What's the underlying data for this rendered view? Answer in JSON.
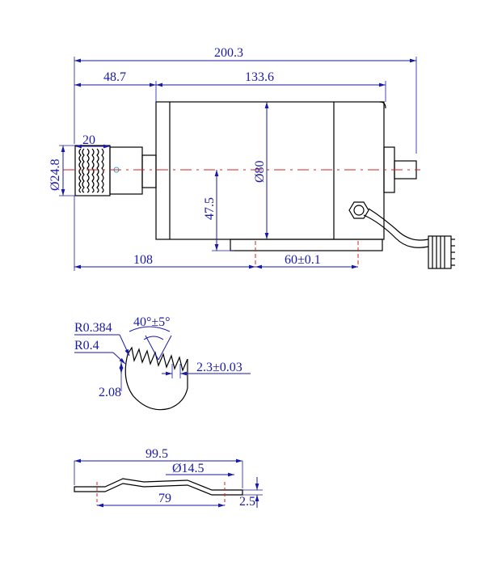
{
  "main_view": {
    "dim_total_length": "200.3",
    "dim_front_length": "48.7",
    "dim_body_length": "133.6",
    "dim_tip_length": "20",
    "dim_tip_diameter": "Ø24.8",
    "dim_body_diameter": "Ø80",
    "dim_center_height": "47.5",
    "dim_mount_offset": "108",
    "dim_mount_spacing": "60±0.1"
  },
  "gear_detail": {
    "dim_radius_root": "R0.384",
    "dim_radius_tip": "R0.4",
    "dim_angle": "40°±5°",
    "dim_pitch": "2.3±0.03",
    "dim_depth": "2.08"
  },
  "bracket_view": {
    "dim_overall": "99.5",
    "dim_hole": "Ø14.5",
    "dim_hole_spacing": "79",
    "dim_thickness": "2.5"
  },
  "colors": {
    "dimension": "#1a1aa8",
    "outline": "#000000",
    "centerline": "#d62020"
  }
}
